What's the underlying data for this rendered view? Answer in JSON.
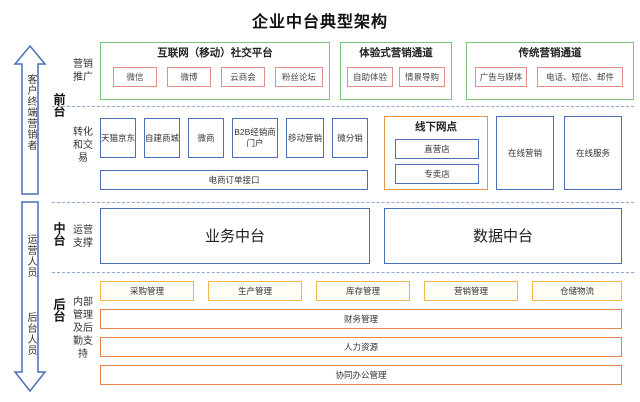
{
  "title": "企业中台典型架构",
  "left_arrows": {
    "up_text": "客户终端营销者",
    "down_text_top": "运营人员",
    "down_text_bottom": "后台人员"
  },
  "sections": {
    "front": "前台",
    "middle": "中台",
    "back": "后台"
  },
  "row_labels": {
    "promotion": "营销推广",
    "conversion": "转化和交易",
    "ops_support": "运营支撑",
    "internal": "内部管理及后勤支持"
  },
  "promotion": {
    "internet": {
      "title": "互联网（移动）社交平台",
      "items": [
        "微信",
        "微博",
        "云商会",
        "粉丝论坛"
      ]
    },
    "experience": {
      "title": "体验式营销通道",
      "items": [
        "自助体验",
        "情景导购"
      ]
    },
    "traditional": {
      "title": "传统营销通道",
      "items": [
        "广告与媒体",
        "电话、短信、邮件"
      ]
    }
  },
  "conversion": {
    "channels": [
      "天猫京东",
      "自建商城",
      "微商",
      "B2B经销商门户",
      "移动营销",
      "微分销"
    ],
    "ecommerce_interface": "电商订单接口",
    "offline": {
      "title": "线下网点",
      "items": [
        "直营店",
        "专卖店"
      ]
    },
    "online_marketing": "在线营销",
    "online_service": "在线服务"
  },
  "middle": {
    "business": "业务中台",
    "data": "数据中台"
  },
  "back": {
    "row1": [
      "采购管理",
      "生产管理",
      "库存管理",
      "营销管理",
      "仓储物流"
    ],
    "finance": "财务管理",
    "hr": "人力资源",
    "office": "协同办公管理"
  },
  "colors": {
    "green_border": "#7cc576",
    "chip_border": "#e58d8d",
    "blue_border": "#4a6fb5",
    "orange_border": "#e89548",
    "yellow_border": "#f0b84a",
    "dash": "#8fa9d6"
  }
}
